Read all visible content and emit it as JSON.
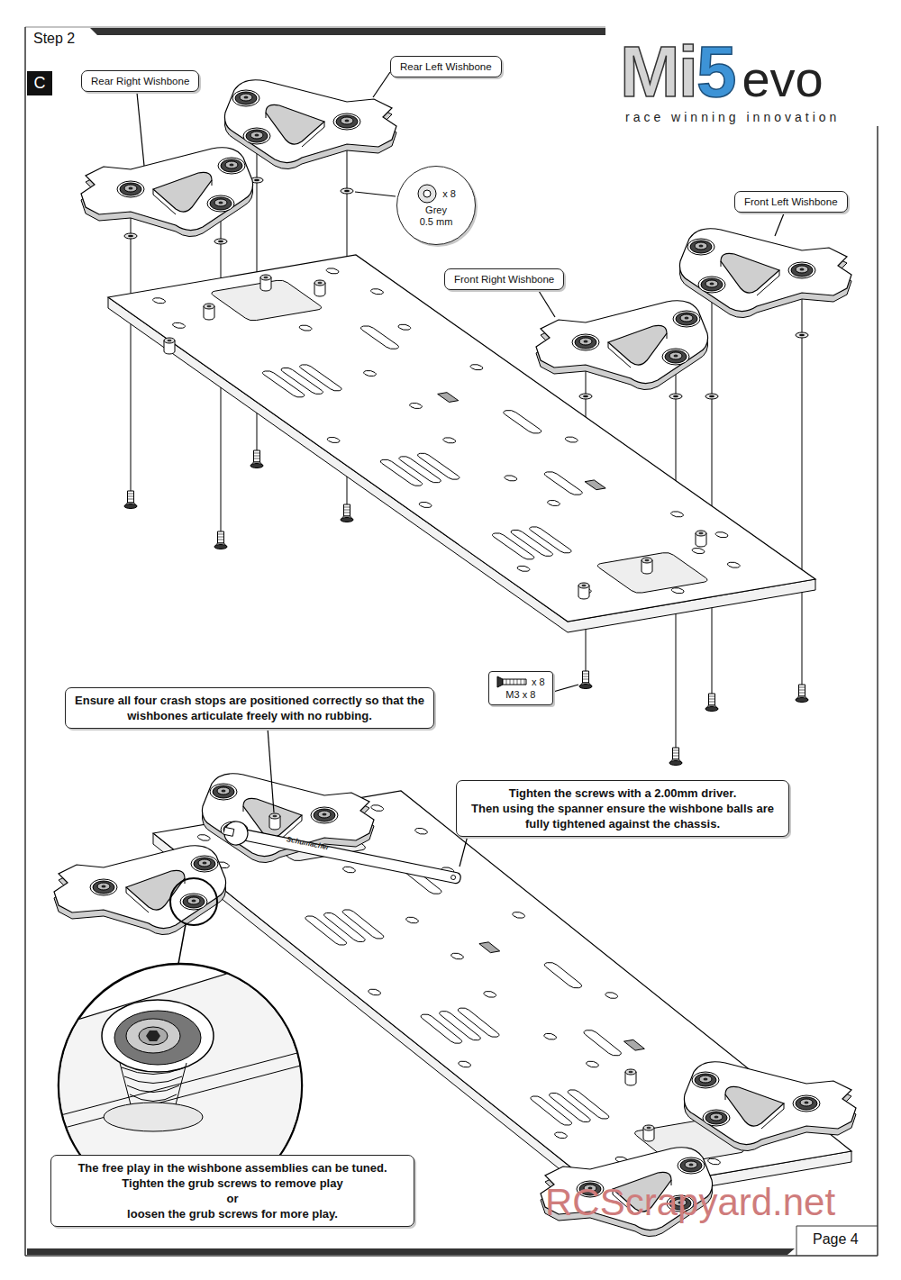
{
  "diagram": {
    "title": "Step 2",
    "nodes": [
      {
        "text": [
          "Rear Right Wishbone"
        ]
      },
      {
        "text": [
          "Rear Left Wishbone"
        ]
      },
      {
        "text": [
          "x 8",
          "Grey",
          "0.5 mm"
        ]
      },
      {
        "text": [
          "Front Right Wishbone"
        ]
      },
      {
        "text": [
          "Front Left Wishbone"
        ]
      },
      {
        "text": [
          "x 8",
          "M3 x 8"
        ]
      },
      {
        "text": [
          "Ensure all four crash stops are positioned correctly so that the wishbones articulate freely with no rubbing."
        ]
      },
      {
        "text": [
          "Tighten the screws with a 2.00mm driver.",
          "Then using the spanner ensure the wishbone balls are fully tightened against the chassis."
        ]
      },
      {
        "text": [
          "The free play in the wishbone assemblies can be tuned.",
          "Tighten the grub screws to remove play",
          "or",
          "loosen the grub screws for more play."
        ]
      }
    ],
    "labels": [
      "C",
      "Mi",
      "5",
      "evo",
      "race winning innovation",
      "Schumacher",
      "Page 4",
      "RCScrapyard.net"
    ]
  }
}
